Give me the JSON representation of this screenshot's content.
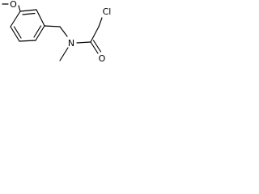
{
  "molecule": {
    "atoms": {
      "methoxy_oxygen": "O",
      "nitrogen": "N",
      "carbonyl_oxygen": "O",
      "chlorine": "Cl"
    }
  },
  "colors": {
    "bond": "#000000",
    "label": "#000000",
    "background": "#ffffff"
  }
}
